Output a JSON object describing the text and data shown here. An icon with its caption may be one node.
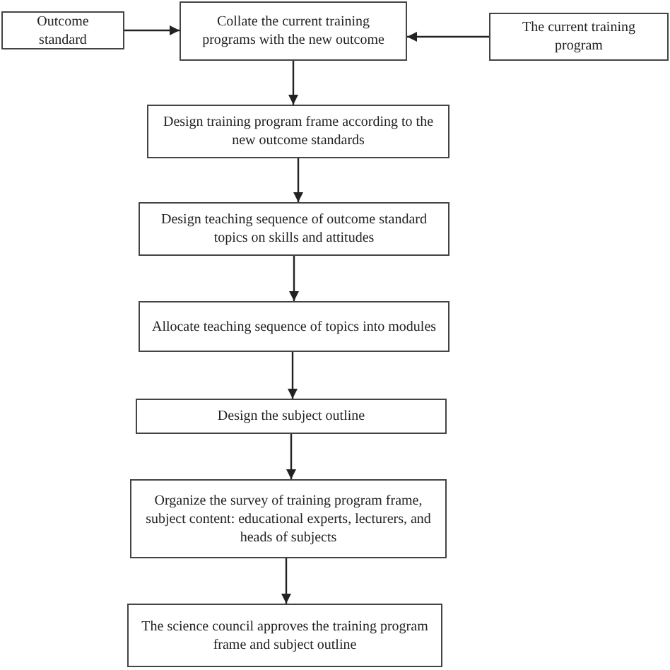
{
  "diagram": {
    "nodes": [
      {
        "text": [
          "Outcome standard"
        ]
      },
      {
        "text": [
          "Collate the current training programs with the new outcome"
        ]
      },
      {
        "text": [
          "The current training program"
        ]
      },
      {
        "text": [
          "Design training program frame according to the new outcome standards"
        ]
      },
      {
        "text": [
          "Design teaching sequence of outcome standard topics on skills and attitudes"
        ]
      },
      {
        "text": [
          "Allocate teaching sequence of topics into modules"
        ]
      },
      {
        "text": [
          "Design the subject outline"
        ]
      },
      {
        "text": [
          "Organize the survey of training program frame, subject content: educational experts, lecturers, and heads of subjects"
        ]
      },
      {
        "text": [
          "The science council approves the training program frame and subject outline"
        ]
      }
    ],
    "edges": [
      {
        "from": 0,
        "to": 1,
        "arrow": "to"
      },
      {
        "from": 2,
        "to": 1,
        "arrow": "to"
      },
      {
        "from": 1,
        "to": 3,
        "arrow": "to"
      },
      {
        "from": 3,
        "to": 4,
        "arrow": "to"
      },
      {
        "from": 4,
        "to": 5,
        "arrow": "to"
      },
      {
        "from": 5,
        "to": 6,
        "arrow": "to"
      },
      {
        "from": 6,
        "to": 7,
        "arrow": "to"
      },
      {
        "from": 7,
        "to": 8,
        "arrow": "to"
      }
    ]
  }
}
